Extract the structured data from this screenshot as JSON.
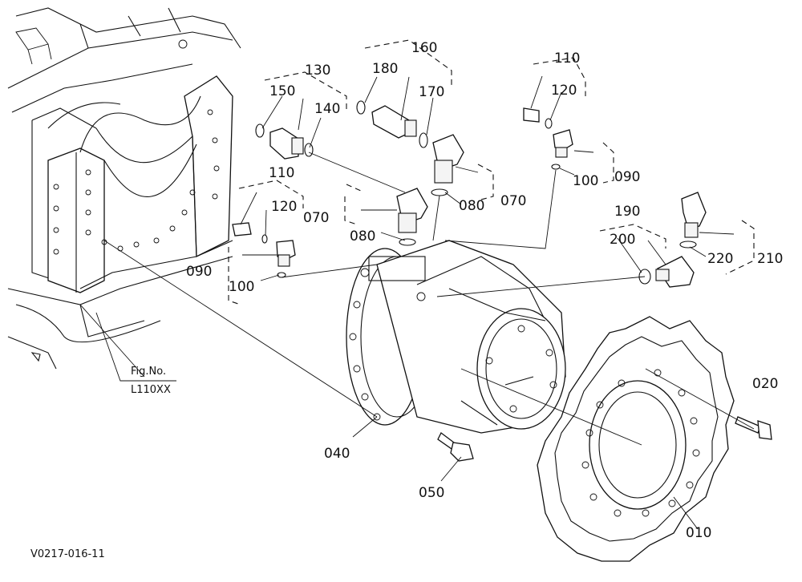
{
  "diagram": {
    "figure_ref_label": "Fig.No.",
    "figure_ref_code": "L110XX",
    "drawing_code": "V0217-016-11",
    "callouts": {
      "p010": "010",
      "p020": "020",
      "p040": "040",
      "p050": "050",
      "p070a": "070",
      "p070b": "070",
      "p080a": "080",
      "p080b": "080",
      "p090a": "090",
      "p090b": "090",
      "p100a": "100",
      "p100b": "100",
      "p110a": "110",
      "p110b": "110",
      "p120a": "120",
      "p120b": "120",
      "p130": "130",
      "p140": "140",
      "p150": "150",
      "p160": "160",
      "p170": "170",
      "p180": "180",
      "p190": "190",
      "p200": "200",
      "p210": "210",
      "p220": "220"
    }
  }
}
